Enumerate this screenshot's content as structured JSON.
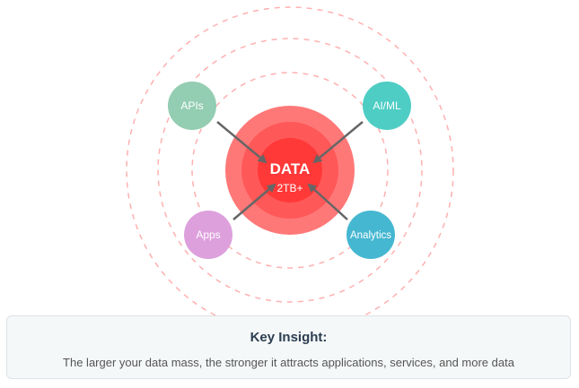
{
  "core": {
    "title": "DATA",
    "subtitle": "2TB+",
    "colors": [
      "#ff7878",
      "#ff5858",
      "#ff3838"
    ]
  },
  "nodes": [
    {
      "label": "APIs",
      "color": "#93cdb2"
    },
    {
      "label": "AI/ML",
      "color": "#4ecdc4"
    },
    {
      "label": "Apps",
      "color": "#dda0dd"
    },
    {
      "label": "Analytics",
      "color": "#45b7d1"
    }
  ],
  "ring_color": "#ffb0b0",
  "arrow_color": "#666666",
  "insight": {
    "title": "Key Insight:",
    "text": "The larger your data mass, the stronger it attracts applications, services, and more data"
  }
}
